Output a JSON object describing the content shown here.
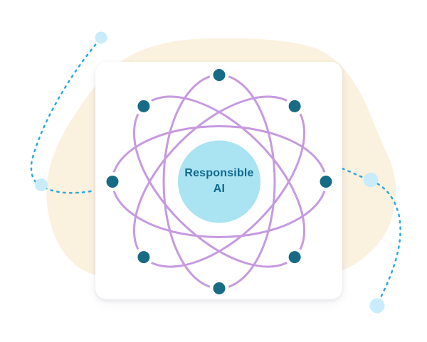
{
  "illustration": {
    "type": "atom-orbit-diagram",
    "center_label": {
      "line1": "Responsible",
      "line2": "AI"
    },
    "orbit_count": 4,
    "electron_count": 8
  },
  "colors": {
    "background": "#ffffff",
    "blob_cream": "#fbf1df",
    "card_white": "#ffffff",
    "orbit_purple": "#c69ae0",
    "electron_teal": "#186b85",
    "nucleus_light_blue": "#aae3f2",
    "label_teal": "#10698c",
    "dotted_line_blue": "#2aa9e0",
    "accent_circle_light_blue": "#c8ecfb"
  }
}
